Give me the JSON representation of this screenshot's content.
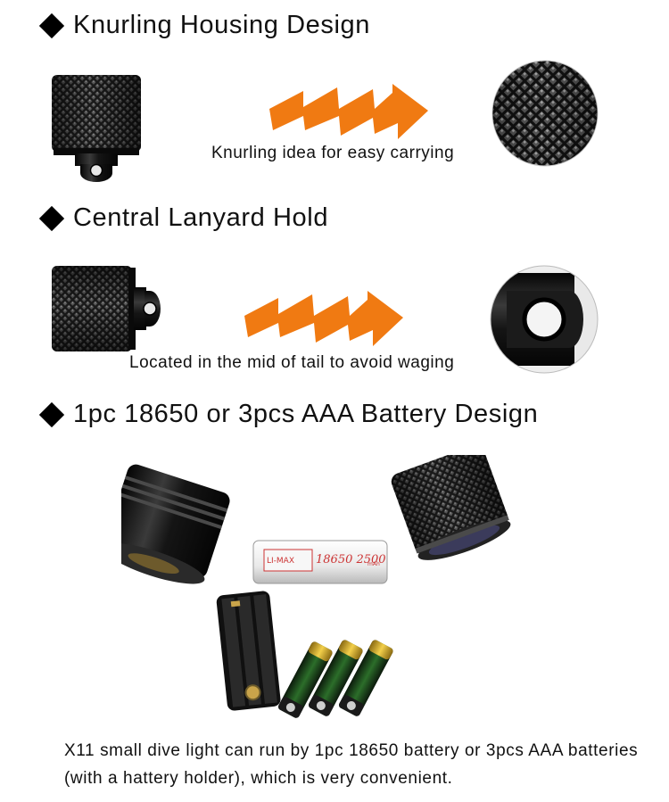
{
  "sections": [
    {
      "title": "Knurling Housing Design",
      "caption": "Knurling idea for easy carrying"
    },
    {
      "title": "Central Lanyard Hold",
      "caption": "Located in the mid of tail to avoid waging"
    },
    {
      "title": "1pc 18650 or 3pcs AAA Battery Design"
    }
  ],
  "battery_label": {
    "brand": "LI-MAX",
    "model": "18650 2500",
    "unit": "mAh"
  },
  "description": "X11 small dive light can run by 1pc 18650 battery or 3pcs AAA batteries (with a hattery holder), which is very convenient.",
  "colors": {
    "arrow": "#f07a12",
    "text": "#111111",
    "background": "#ffffff"
  }
}
